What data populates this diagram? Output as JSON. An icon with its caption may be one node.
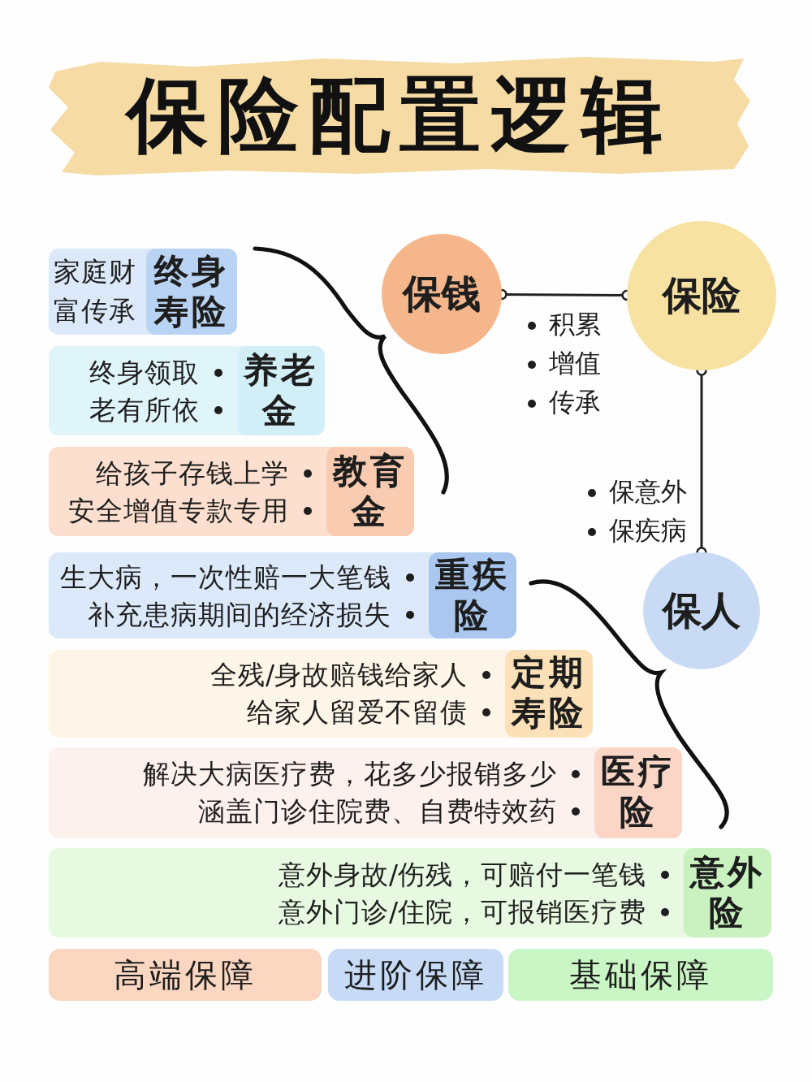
{
  "diagram": {
    "title": "保险配置逻辑",
    "nodes": [
      {
        "text": [
          "家庭财富传承"
        ]
      },
      {
        "text": [
          "终身寿险"
        ],
        "in": 0
      },
      {
        "text": [
          "保钱"
        ]
      },
      {
        "text": [
          "保险"
        ]
      },
      {
        "text": [
          "终身领取",
          "老有所依"
        ]
      },
      {
        "text": [
          "养老金"
        ],
        "in": 4
      },
      {
        "text": [
          "给孩子存钱上学",
          "安全增值专款专用"
        ]
      },
      {
        "text": [
          "教育金"
        ],
        "in": 6
      },
      {
        "text": [
          "生大病，一次性赔一大笔钱",
          "补充患病期间的经济损失"
        ]
      },
      {
        "text": [
          "重疾险"
        ],
        "in": 8
      },
      {
        "text": [
          "保人"
        ]
      },
      {
        "text": [
          "全残/身故赔钱给家人",
          "给家人留爱不留债"
        ]
      },
      {
        "text": [
          "定期寿险"
        ],
        "in": 11
      },
      {
        "text": [
          "解决大病医疗费，花多少报销多少",
          "涵盖门诊住院费、自费特效药"
        ]
      },
      {
        "text": [
          "医疗险"
        ],
        "in": 13
      },
      {
        "text": [
          "意外身故/伤残，可赔付一笔钱",
          "意外门诊/住院，可报销医疗费"
        ]
      },
      {
        "text": [
          "意外险"
        ],
        "in": 15
      },
      {
        "text": [
          "高端保障"
        ]
      },
      {
        "text": [
          "进阶保障"
        ]
      },
      {
        "text": [
          "基础保障"
        ]
      }
    ],
    "edges": [
      {
        "from": 2,
        "to": 3,
        "arrow": "other"
      },
      {
        "from": 3,
        "to": 10,
        "arrow": "other"
      }
    ],
    "labels": [
      "积累",
      "增值",
      "传承",
      "保意外",
      "保疾病"
    ]
  }
}
